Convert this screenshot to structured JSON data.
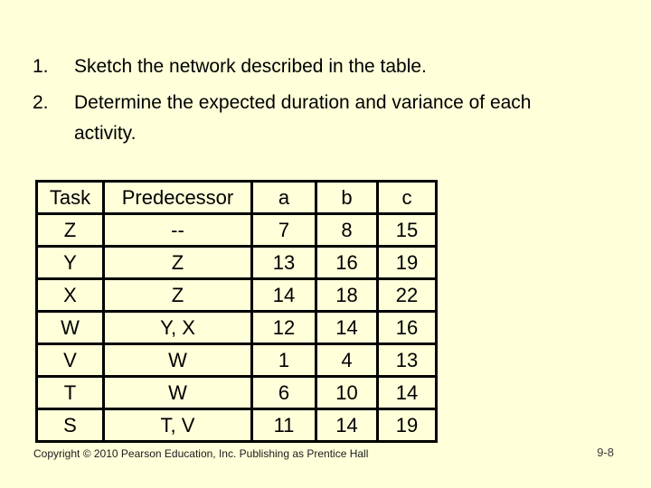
{
  "colors": {
    "background": "#FFFFDA",
    "text": "#000000",
    "table_border": "#000000"
  },
  "instructions": {
    "items": [
      {
        "number": "1.",
        "lines": [
          "Sketch the network described in the table."
        ]
      },
      {
        "number": "2.",
        "lines": [
          "Determine the expected duration and variance of each",
          "activity."
        ]
      }
    ]
  },
  "table": {
    "headers": [
      "Task",
      "Predecessor",
      "a",
      "b",
      "c"
    ],
    "rows": [
      [
        "Z",
        "--",
        "7",
        "8",
        "15"
      ],
      [
        "Y",
        "Z",
        "13",
        "16",
        "19"
      ],
      [
        "X",
        "Z",
        "14",
        "18",
        "22"
      ],
      [
        "W",
        "Y, X",
        "12",
        "14",
        "16"
      ],
      [
        "V",
        "W",
        "1",
        "4",
        "13"
      ],
      [
        "T",
        "W",
        "6",
        "10",
        "14"
      ],
      [
        "S",
        "T, V",
        "11",
        "14",
        "19"
      ]
    ]
  },
  "footer": {
    "copyright": "Copyright © 2010 Pearson Education, Inc. Publishing as Prentice Hall",
    "page_number": "9-8"
  }
}
